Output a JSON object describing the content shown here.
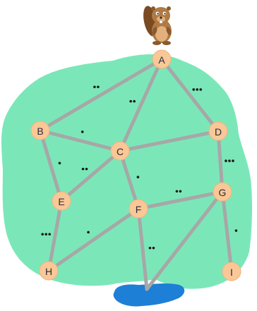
{
  "colors": {
    "land": "#7be7b9",
    "edge": "#a7a7a7",
    "node_fill": "#f9c896",
    "node_label": "#2d2a3e",
    "pond": "#1e7fd6",
    "dot": "#1a1a1a"
  },
  "icons": {
    "mascot": "beaver-icon",
    "pond": "pond-icon"
  },
  "nodes": [
    {
      "id": "A",
      "label": "A"
    },
    {
      "id": "B",
      "label": "B"
    },
    {
      "id": "C",
      "label": "C"
    },
    {
      "id": "D",
      "label": "D"
    },
    {
      "id": "E",
      "label": "E"
    },
    {
      "id": "F",
      "label": "F"
    },
    {
      "id": "G",
      "label": "G"
    },
    {
      "id": "H",
      "label": "H"
    },
    {
      "id": "I",
      "label": "I"
    }
  ],
  "edges": [
    {
      "from": "A",
      "to": "B",
      "dots": 2
    },
    {
      "from": "A",
      "to": "C",
      "dots": 2
    },
    {
      "from": "A",
      "to": "D",
      "dots": 3
    },
    {
      "from": "B",
      "to": "C",
      "dots": 1
    },
    {
      "from": "B",
      "to": "E",
      "dots": 1
    },
    {
      "from": "C",
      "to": "D",
      "dots": 0
    },
    {
      "from": "C",
      "to": "E",
      "dots": 2
    },
    {
      "from": "C",
      "to": "F",
      "dots": 1
    },
    {
      "from": "D",
      "to": "G",
      "dots": 3
    },
    {
      "from": "E",
      "to": "H",
      "dots": 3
    },
    {
      "from": "F",
      "to": "G",
      "dots": 2
    },
    {
      "from": "F",
      "to": "H",
      "dots": 1
    },
    {
      "from": "F",
      "to": "pond",
      "dots": 2
    },
    {
      "from": "G",
      "to": "pond",
      "dots": 0
    },
    {
      "from": "G",
      "to": "I",
      "dots": 1
    }
  ]
}
